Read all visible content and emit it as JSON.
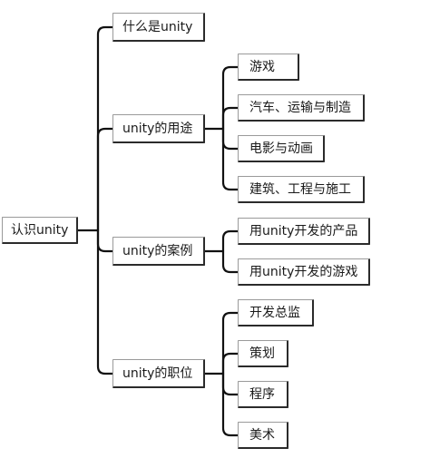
{
  "mindmap": {
    "root": "认识unity",
    "branches": [
      {
        "label": "什么是unity",
        "children": []
      },
      {
        "label": "unity的用途",
        "children": [
          "游戏",
          "汽车、运输与制造",
          "电影与动画",
          "建筑、工程与施工"
        ]
      },
      {
        "label": "unity的案例",
        "children": [
          "用unity开发的产品",
          "用unity开发的游戏"
        ]
      },
      {
        "label": "unity的职位",
        "children": [
          "开发总监",
          "策划",
          "程序",
          "美术"
        ]
      }
    ]
  },
  "colors": {
    "line": "#111111",
    "node_border": "#2b2b2b",
    "node_border_light": "#9a9a9a",
    "background": "#ffffff",
    "text": "#1a1a1a"
  }
}
